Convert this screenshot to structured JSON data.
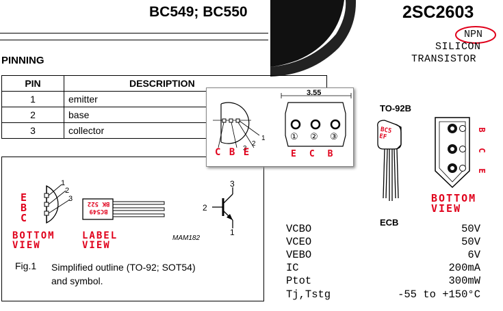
{
  "header": {
    "left_title": "BC549; BC550",
    "right_title": "2SC2603"
  },
  "pinning": {
    "heading": "PINNING",
    "columns": [
      "PIN",
      "DESCRIPTION"
    ],
    "rows": [
      {
        "pin": "1",
        "description": "emitter"
      },
      {
        "pin": "2",
        "description": "base"
      },
      {
        "pin": "3",
        "description": "collector"
      }
    ]
  },
  "figure1": {
    "side_labels": [
      "E",
      "B",
      "C"
    ],
    "lead_numbers": [
      "1",
      "2",
      "3"
    ],
    "bottom_view": "BOTTOM VIEW",
    "bottom_view_line1": "BOTTOM",
    "bottom_view_line2": "VIEW",
    "label_view_line1": "LABEL",
    "label_view_line2": "VIEW",
    "package_marking": [
      "BC549",
      "BK 522"
    ],
    "symbol_pins": [
      "3",
      "2",
      "1"
    ],
    "mam_code": "MAM182",
    "fig_number": "Fig.1",
    "caption_line1": "Simplified outline (TO-92; SOT54)",
    "caption_line2": "and symbol."
  },
  "overlay": {
    "dimension": "3.55",
    "circle_numbers": [
      "①",
      "②",
      "③"
    ],
    "left_letters": [
      "C",
      "B",
      "E"
    ],
    "right_letters": [
      "E",
      "C",
      "B"
    ],
    "lead_numbers": [
      "1",
      "2",
      "3"
    ]
  },
  "datasheet": {
    "type_line1": "NPN",
    "type_line2": "SILICON",
    "type_line3": "TRANSISTOR",
    "package": "TO-92B",
    "pin_order": "ECB",
    "package_marking": [
      "BC5",
      "EF"
    ],
    "bottom_view_line1": "BOTTOM",
    "bottom_view_line2": "VIEW",
    "vertical_letters": [
      "B",
      "C",
      "E"
    ],
    "specs": [
      {
        "param": "VCBO",
        "value": "50V"
      },
      {
        "param": "VCEO",
        "value": "50V"
      },
      {
        "param": "VEBO",
        "value": "6V"
      },
      {
        "param": "IC",
        "value": "200mA"
      },
      {
        "param": "Ptot",
        "value": "300mW"
      },
      {
        "param": "Tj,Tstg",
        "value": "-55 to +150°C"
      }
    ]
  },
  "colors": {
    "annotation_red": "#e0001b",
    "circle_red": "#e0001b"
  }
}
